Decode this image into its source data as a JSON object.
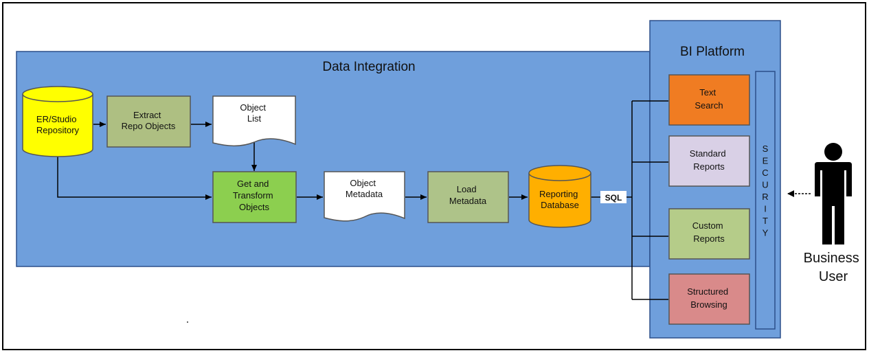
{
  "data_integration": {
    "title": "Data Integration",
    "repository": [
      "ER/Studio",
      "Repository"
    ],
    "extract": [
      "Extract",
      "Repo Objects"
    ],
    "object_list": [
      "Object",
      "List"
    ],
    "get_transform": [
      "Get and",
      "Transform",
      "Objects"
    ],
    "object_metadata": [
      "Object",
      "Metadata"
    ],
    "load_metadata": [
      "Load",
      "Metadata"
    ],
    "reporting_db": [
      "Reporting",
      "Database"
    ]
  },
  "connector_label": "SQL",
  "bi_platform": {
    "title": "BI Platform",
    "text_search": [
      "Text",
      "Search"
    ],
    "standard_reports": [
      "Standard",
      "Reports"
    ],
    "custom_reports": [
      "Custom",
      "Reports"
    ],
    "structured_browsing": [
      "Structured",
      "Browsing"
    ],
    "security": "SECURITY"
  },
  "user": [
    "Business",
    "User"
  ],
  "colors": {
    "panel_blue": "#6f9fdc",
    "repository_yellow": "#ffff00",
    "extract_green": "#aebf82",
    "transform_green": "#8ccf4f",
    "load_green": "#aec389",
    "db_orange": "#ffaf00",
    "text_search_orange": "#f07c22",
    "standard_lavender": "#d9d0e6",
    "custom_green": "#b5cc89",
    "structured_red": "#d98a8a"
  }
}
